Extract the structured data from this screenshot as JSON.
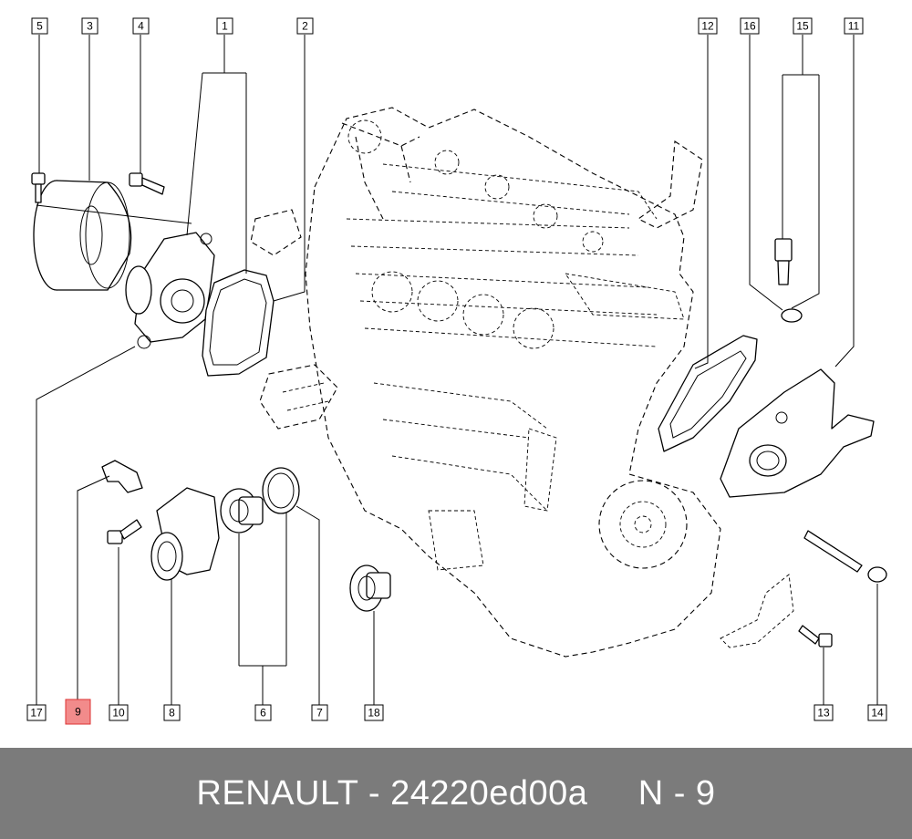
{
  "callouts": [
    {
      "label": "1"
    },
    {
      "label": "2"
    },
    {
      "label": "3"
    },
    {
      "label": "4"
    },
    {
      "label": "5"
    },
    {
      "label": "6"
    },
    {
      "label": "7"
    },
    {
      "label": "8"
    },
    {
      "label": "9",
      "highlighted": true
    },
    {
      "label": "10"
    },
    {
      "label": "11"
    },
    {
      "label": "12"
    },
    {
      "label": "13"
    },
    {
      "label": "14"
    },
    {
      "label": "15"
    },
    {
      "label": "16"
    },
    {
      "label": "17"
    },
    {
      "label": "18"
    }
  ],
  "footer": {
    "brand": "RENAULT",
    "separator": " - ",
    "part_number": "24220ed00a",
    "item_label": "N - 9"
  },
  "colors": {
    "footer_background": "#7b7b7b",
    "highlight": "#f28b8b",
    "ink": "#000000"
  }
}
